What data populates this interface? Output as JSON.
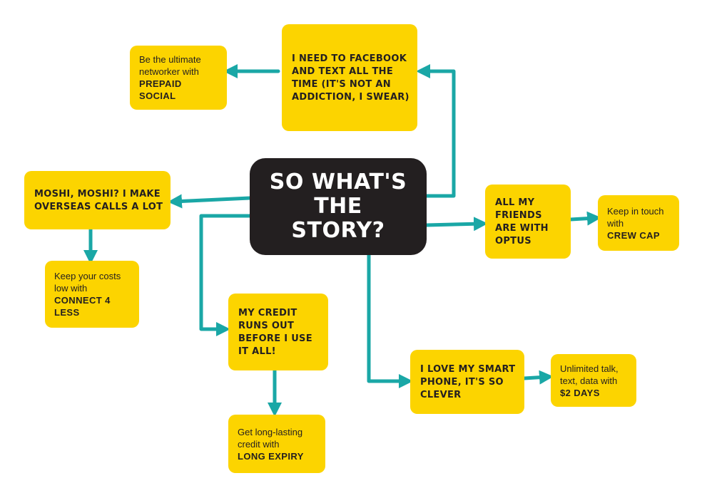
{
  "colors": {
    "node_fill": "#fcd400",
    "center_fill": "#231f20",
    "center_text": "#ffffff",
    "connector": "#1aa7a6",
    "text": "#231f20"
  },
  "center": {
    "text": "SO WHAT'S THE STORY?"
  },
  "branches": {
    "social": {
      "question": "I NEED TO FACEBOOK AND TEXT ALL THE TIME (IT'S NOT AN ADDICTION, I SWEAR)",
      "answer_text": "Be the ultimate networker with",
      "product": "PREPAID SOCIAL"
    },
    "overseas": {
      "question": "MOSHI, MOSHI? I MAKE OVERSEAS CALLS A LOT",
      "answer_text": "Keep your costs low with",
      "product": "CONNECT 4 LESS"
    },
    "credit": {
      "question": "MY CREDIT RUNS OUT BEFORE I USE IT ALL!",
      "answer_text": "Get long-lasting credit with",
      "product": "LONG EXPIRY"
    },
    "friends": {
      "question": "ALL MY FRIENDS ARE WITH OPTUS",
      "answer_text": "Keep in touch with",
      "product": "CREW CAP"
    },
    "smartphone": {
      "question": "I LOVE MY SMART PHONE, IT'S SO CLEVER",
      "answer_text": "Unlimited talk, text, data with",
      "product": "$2 DAYS"
    }
  }
}
